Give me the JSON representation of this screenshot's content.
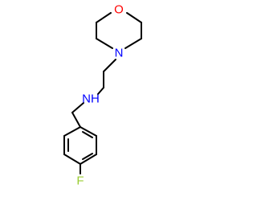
{
  "atoms": {
    "oxygen": {
      "label": "O",
      "color": "#ff0000"
    },
    "morpholine_nitrogen": {
      "label": "N",
      "color": "#0000ff"
    },
    "amine": {
      "label": "NH",
      "color": "#0000ff"
    },
    "fluorine": {
      "label": "F",
      "color": "#9acd32"
    }
  },
  "bond_color": "#000000",
  "background": "#ffffff"
}
